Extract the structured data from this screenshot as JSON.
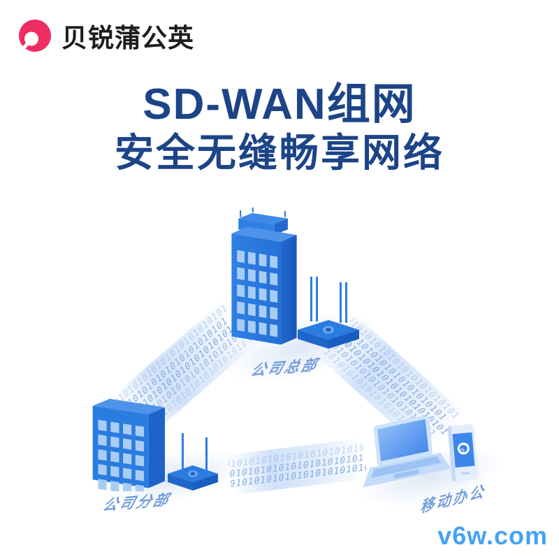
{
  "brand": {
    "name": "贝锐蒲公英",
    "logo_color": "#ee2d63"
  },
  "title": {
    "line1": "SD-WAN组网",
    "line2": "安全无缝畅享网络",
    "color": "#1c4487"
  },
  "diagram": {
    "nodes": [
      {
        "id": "hq",
        "label": "公司总部"
      },
      {
        "id": "branch",
        "label": "公司分部"
      },
      {
        "id": "mobile",
        "label": "移动办公"
      }
    ],
    "stream_text": "010101010101010101010101"
  },
  "watermark": {
    "text": "v6w.com",
    "color": "#45a2f4"
  },
  "colors": {
    "building_front": "#2b7ce0",
    "building_side": "#1d63c9",
    "building_top": "#4c93ea",
    "window": "#a8cdf4",
    "stream_text": "#7da6de",
    "label_blue": "#6d99d8",
    "title_navy": "#1c4487",
    "brand_pink": "#ee2d63"
  }
}
